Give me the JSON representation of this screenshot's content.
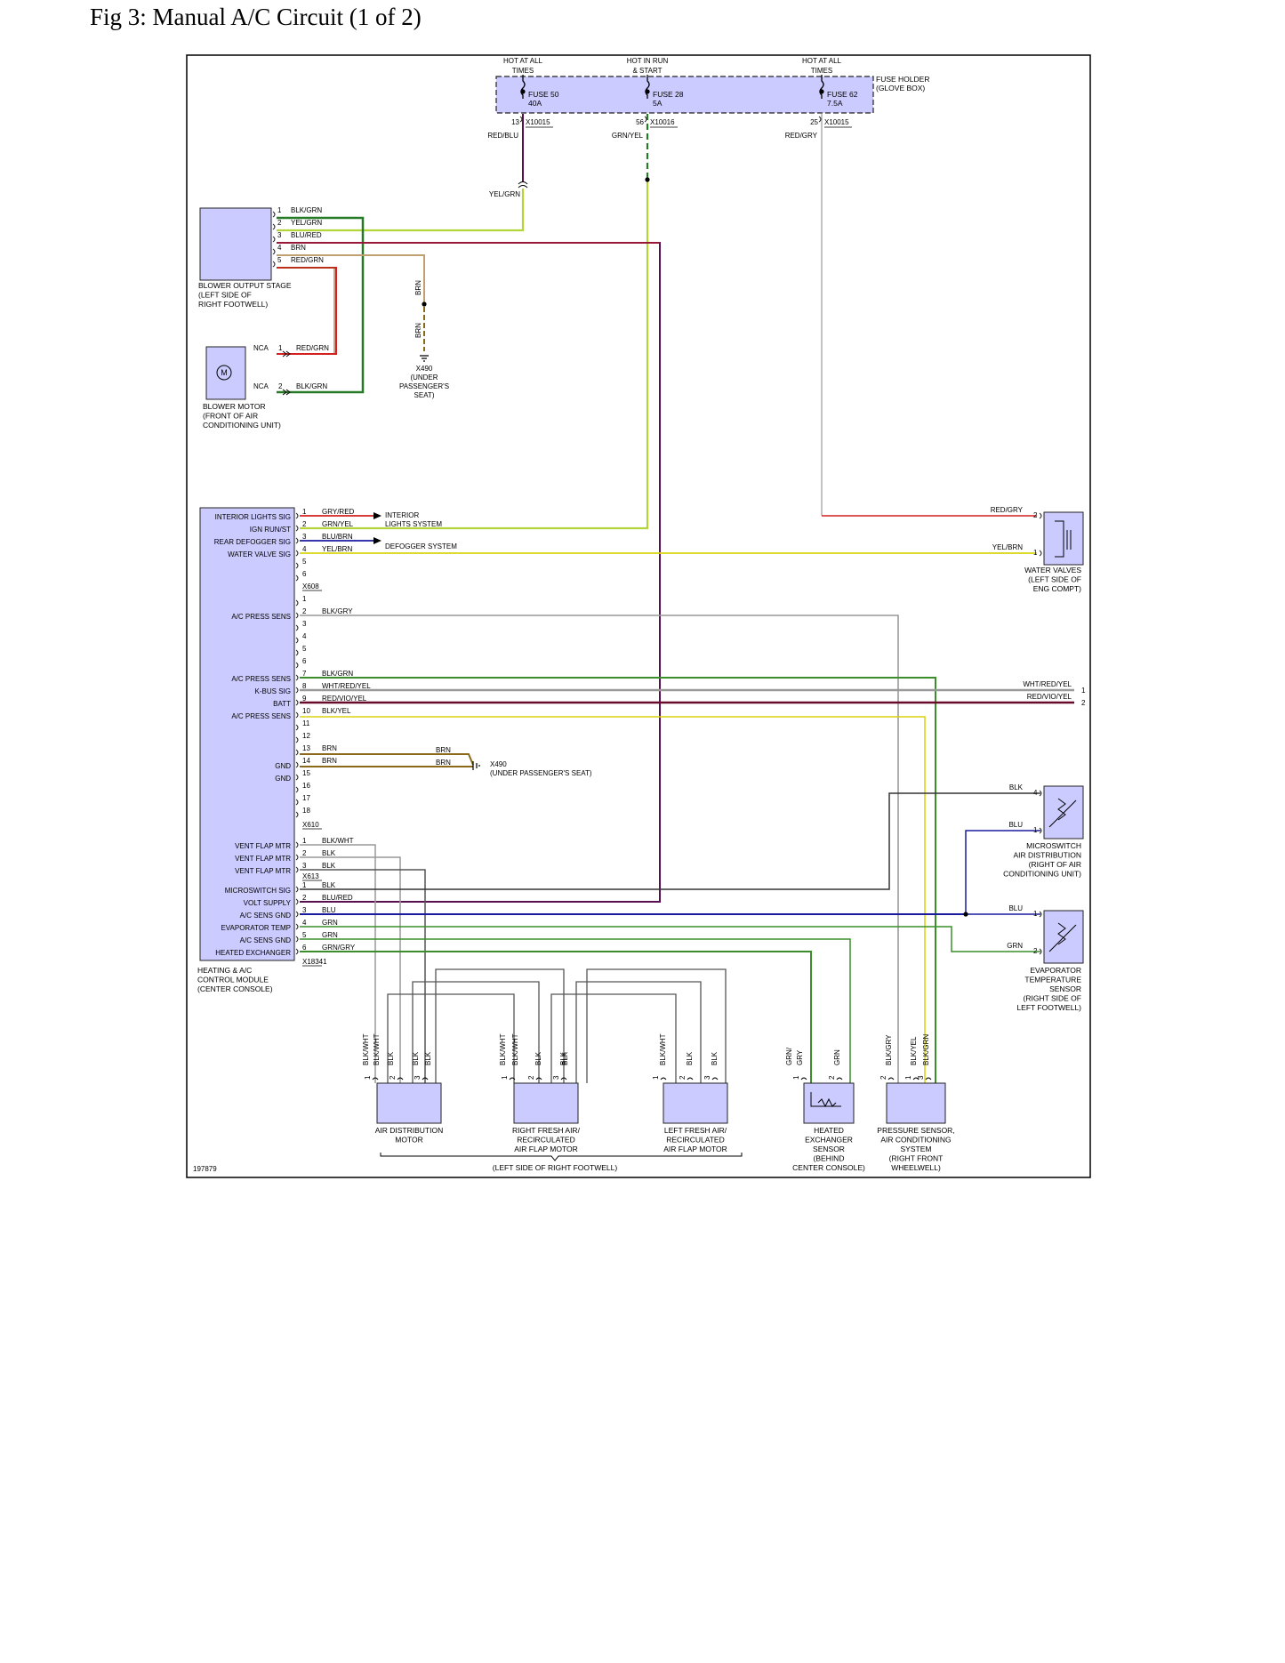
{
  "title": "Fig 3: Manual A/C Circuit (1 of 2)",
  "diagram_id": "197879",
  "colors": {
    "component_fill": "#cccbff",
    "RED": "#d42020",
    "YEL": "#d7d40e",
    "YEL_GRN": "#b3d43a",
    "GRN": "#3a8f2a",
    "DKGRN": "#267a26",
    "BLK": "#222222",
    "BRN": "#8a6a1a",
    "BLU": "#1a1aa0",
    "PURPLE": "#5a1050",
    "DKRED": "#6a0a2a",
    "GRY": "#999999",
    "TAN": "#c0a070"
  },
  "fuse_holder": {
    "label": [
      "FUSE HOLDER",
      "(GLOVE BOX)"
    ],
    "fuses": [
      {
        "hot": [
          "HOT AT ALL",
          "TIMES"
        ],
        "name": [
          "FUSE 50",
          "40A"
        ],
        "pin": "13",
        "conn": "X10015",
        "wire": "RED/BLU"
      },
      {
        "hot": [
          "HOT IN RUN",
          "& START"
        ],
        "name": [
          "FUSE 28",
          "5A"
        ],
        "pin": "56",
        "conn": "X10016",
        "wire": "GRN/YEL"
      },
      {
        "hot": [
          "HOT AT ALL",
          "TIMES"
        ],
        "name": [
          "FUSE 62",
          "7.5A"
        ],
        "pin": "25",
        "conn": "X10015",
        "wire": "RED/GRY"
      }
    ]
  },
  "splice_wire": "YEL/GRN",
  "blower_output_stage": {
    "label": [
      "BLOWER OUTPUT STAGE",
      "(LEFT SIDE OF",
      "RIGHT FOOTWELL)"
    ],
    "pins": [
      {
        "num": "1",
        "wire": "BLK/GRN"
      },
      {
        "num": "2",
        "wire": "YEL/GRN"
      },
      {
        "num": "3",
        "wire": "BLU/RED"
      },
      {
        "num": "4",
        "wire": "BRN"
      },
      {
        "num": "5",
        "wire": "RED/GRN"
      }
    ]
  },
  "blower_motor": {
    "label": [
      "BLOWER MOTOR",
      "(FRONT OF AIR",
      "CONDITIONING UNIT)"
    ],
    "symbol": "M",
    "pins": [
      {
        "nca": "NCA",
        "num": "1",
        "wire": "RED/GRN"
      },
      {
        "nca": "NCA",
        "num": "2",
        "wire": "BLK/GRN"
      }
    ]
  },
  "ground_top": {
    "wire_top": "BRN",
    "wire_bottom": "BRN",
    "label": [
      "X490",
      "(UNDER",
      "PASSENGER'S",
      "SEAT)"
    ]
  },
  "control_module": {
    "label": [
      "HEATING & A/C",
      "CONTROL MODULE",
      "(CENTER CONSOLE)"
    ],
    "connectors": [
      {
        "name": "X608",
        "pins": [
          {
            "func": "INTERIOR LIGHTS SIG",
            "num": "1",
            "wire": "GRY/RED"
          },
          {
            "func": "IGN RUN/ST",
            "num": "2",
            "wire": "GRN/YEL"
          },
          {
            "func": "REAR DEFOGGER SIG",
            "num": "3",
            "wire": "BLU/BRN"
          },
          {
            "func": "WATER VALVE SIG",
            "num": "4",
            "wire": "YEL/BRN"
          },
          {
            "func": "",
            "num": "5",
            "wire": ""
          },
          {
            "func": "",
            "num": "6",
            "wire": ""
          }
        ]
      },
      {
        "name": "X610",
        "pins": [
          {
            "func": "",
            "num": "1",
            "wire": ""
          },
          {
            "func": "A/C PRESS SENS",
            "num": "2",
            "wire": "BLK/GRY"
          },
          {
            "func": "",
            "num": "3",
            "wire": ""
          },
          {
            "func": "",
            "num": "4",
            "wire": ""
          },
          {
            "func": "",
            "num": "5",
            "wire": ""
          },
          {
            "func": "",
            "num": "6",
            "wire": ""
          },
          {
            "func": "A/C PRESS SENS",
            "num": "7",
            "wire": "BLK/GRN"
          },
          {
            "func": "K-BUS SIG",
            "num": "8",
            "wire": "WHT/RED/YEL"
          },
          {
            "func": "BATT",
            "num": "9",
            "wire": "RED/VIO/YEL"
          },
          {
            "func": "A/C PRESS SENS",
            "num": "10",
            "wire": "BLK/YEL"
          },
          {
            "func": "",
            "num": "11",
            "wire": ""
          },
          {
            "func": "",
            "num": "12",
            "wire": ""
          },
          {
            "func": "",
            "num": "13",
            "wire": "BRN"
          },
          {
            "func": "GND",
            "num": "14",
            "wire": "BRN"
          },
          {
            "func": "GND",
            "num": "15",
            "wire": ""
          },
          {
            "func": "",
            "num": "16",
            "wire": ""
          },
          {
            "func": "",
            "num": "17",
            "wire": ""
          },
          {
            "func": "",
            "num": "18",
            "wire": ""
          }
        ]
      },
      {
        "name": "X613",
        "pins": [
          {
            "func": "VENT FLAP MTR",
            "num": "1",
            "wire": "BLK/WHT"
          },
          {
            "func": "VENT FLAP MTR",
            "num": "2",
            "wire": "BLK"
          },
          {
            "func": "VENT FLAP MTR",
            "num": "3",
            "wire": "BLK"
          }
        ]
      },
      {
        "name": "X18341",
        "pins": [
          {
            "func": "MICROSWITCH SIG",
            "num": "1",
            "wire": "BLK"
          },
          {
            "func": "VOLT SUPPLY",
            "num": "2",
            "wire": "BLU/RED"
          },
          {
            "func": "A/C SENS GND",
            "num": "3",
            "wire": "BLU"
          },
          {
            "func": "EVAPORATOR TEMP",
            "num": "4",
            "wire": "GRN"
          },
          {
            "func": "A/C SENS GND",
            "num": "5",
            "wire": "GRN"
          },
          {
            "func": "HEATED EXCHANGER",
            "num": "6",
            "wire": "GRN/GRY"
          }
        ]
      }
    ]
  },
  "arrow_labels": {
    "interior": [
      "INTERIOR",
      "LIGHTS SYSTEM"
    ],
    "defogger": "DEFOGGER SYSTEM"
  },
  "ground_mid": {
    "wire_a": "BRN",
    "wire_b": "BRN",
    "label": [
      "X490",
      "(UNDER PASSENGER'S SEAT)"
    ]
  },
  "kbus_right": [
    {
      "wire": "WHT/RED/YEL",
      "num": "1"
    },
    {
      "wire": "RED/VIO/YEL",
      "num": "2"
    }
  ],
  "water_valves": {
    "label": [
      "WATER VALVES",
      "(LEFT SIDE OF",
      "ENG COMPT)"
    ],
    "pins": [
      {
        "wire": "RED/GRY",
        "num": "2"
      },
      {
        "wire": "YEL/BRN",
        "num": "1"
      }
    ]
  },
  "microswitch": {
    "label": [
      "MICROSWITCH",
      "AIR DISTRIBUTION",
      "(RIGHT OF AIR",
      "CONDITIONING UNIT)"
    ],
    "pins": [
      {
        "wire": "BLK",
        "num": "4"
      },
      {
        "wire": "BLU",
        "num": "1"
      }
    ]
  },
  "evap_sensor": {
    "label": [
      "EVAPORATOR",
      "TEMPERATURE",
      "SENSOR",
      "(RIGHT SIDE OF",
      "LEFT FOOTWELL)"
    ],
    "pins": [
      {
        "wire": "BLU",
        "num": "1"
      },
      {
        "wire": "GRN",
        "num": "2"
      }
    ]
  },
  "bottom_components": [
    {
      "label": [
        "AIR DISTRIBUTION",
        "MOTOR"
      ],
      "wires": [
        "BLK/WHT",
        "BLK/WHT",
        "BLK",
        "BLK",
        "BLK"
      ],
      "pins": [
        "1",
        "2",
        "3"
      ]
    },
    {
      "label": [
        "RIGHT FRESH AIR/",
        "RECIRCULATED",
        "AIR FLAP MOTOR"
      ],
      "wires": [
        "BLK/WHT",
        "BLK/WHT",
        "BLK",
        "BLK",
        "BLK"
      ],
      "pins": [
        "1",
        "2",
        "3"
      ]
    },
    {
      "label": [
        "LEFT FRESH AIR/",
        "RECIRCULATED",
        "AIR FLAP MOTOR"
      ],
      "wires": [
        "BLK/WHT",
        "BLK",
        "BLK"
      ],
      "pins": [
        "1",
        "2",
        "3"
      ]
    },
    {
      "label": [
        "HEATED",
        "EXCHANGER",
        "SENSOR",
        "(BEHIND",
        "CENTER CONSOLE)"
      ],
      "wires": [
        "GRN/",
        "GRY",
        "GRN"
      ],
      "pins": [
        "1",
        "2"
      ]
    },
    {
      "label": [
        "PRESSURE SENSOR,",
        "AIR CONDITIONING",
        "SYSTEM",
        "(RIGHT FRONT",
        "WHEELWELL)"
      ],
      "wires": [
        "BLK/GRY",
        "BLK/YEL",
        "BLK/GRN"
      ],
      "pins": [
        "2",
        "1",
        "3"
      ]
    }
  ],
  "footwell_note": "(LEFT SIDE OF RIGHT FOOTWELL)"
}
